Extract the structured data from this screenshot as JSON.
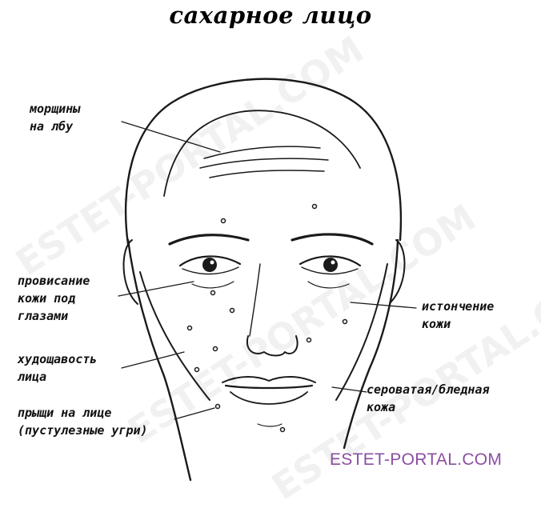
{
  "title": "сахарное лицо",
  "labels": [
    {
      "id": "forehead-wrinkles",
      "text": "морщины\nна лбу"
    },
    {
      "id": "under-eye-sagging",
      "text": "провисание\nкожи под\nглазами"
    },
    {
      "id": "face-thinness",
      "text": "худощавость\nлица"
    },
    {
      "id": "facial-pimples",
      "text": "прыщи на лице\n(пустулезные угри)"
    },
    {
      "id": "skin-thinning",
      "text": "истончение\nкожи"
    },
    {
      "id": "gray-pale-skin",
      "text": "сероватая/бледная\nкожа"
    }
  ],
  "site": "ESTET-PORTAL.COM",
  "watermark": "ESTET-PORTAL.COM",
  "colors": {
    "line": "#1a1a1a",
    "site": "#8a4fa0",
    "text": "#111111"
  }
}
